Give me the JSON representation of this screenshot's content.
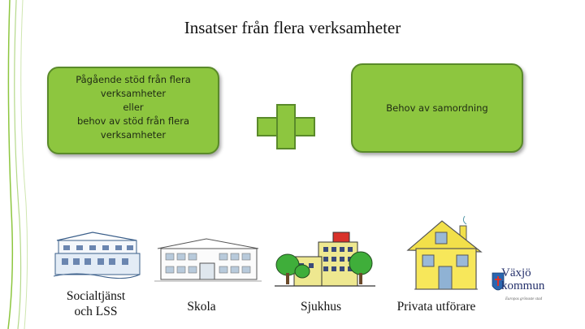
{
  "slide": {
    "title": "Insatser från flera verksamheter",
    "box_left": {
      "lines": [
        "Pågående stöd från flera",
        "verksamheter",
        "eller",
        "behov av stöd från flera",
        "verksamheter"
      ]
    },
    "box_right": {
      "text": "Behov av samordning"
    },
    "labels": {
      "social": [
        "Socialtjänst",
        "och LSS"
      ],
      "school": "Skola",
      "hospital": "Sjukhus",
      "private": "Privata utförare"
    },
    "logo": {
      "line1": "Växjö",
      "line2": "kommun",
      "tagline": "Europas grönaste stad"
    },
    "colors": {
      "box_fill": "#8dc63f",
      "box_border": "#5a8a2a",
      "decor_green": "#8dc63f"
    }
  }
}
